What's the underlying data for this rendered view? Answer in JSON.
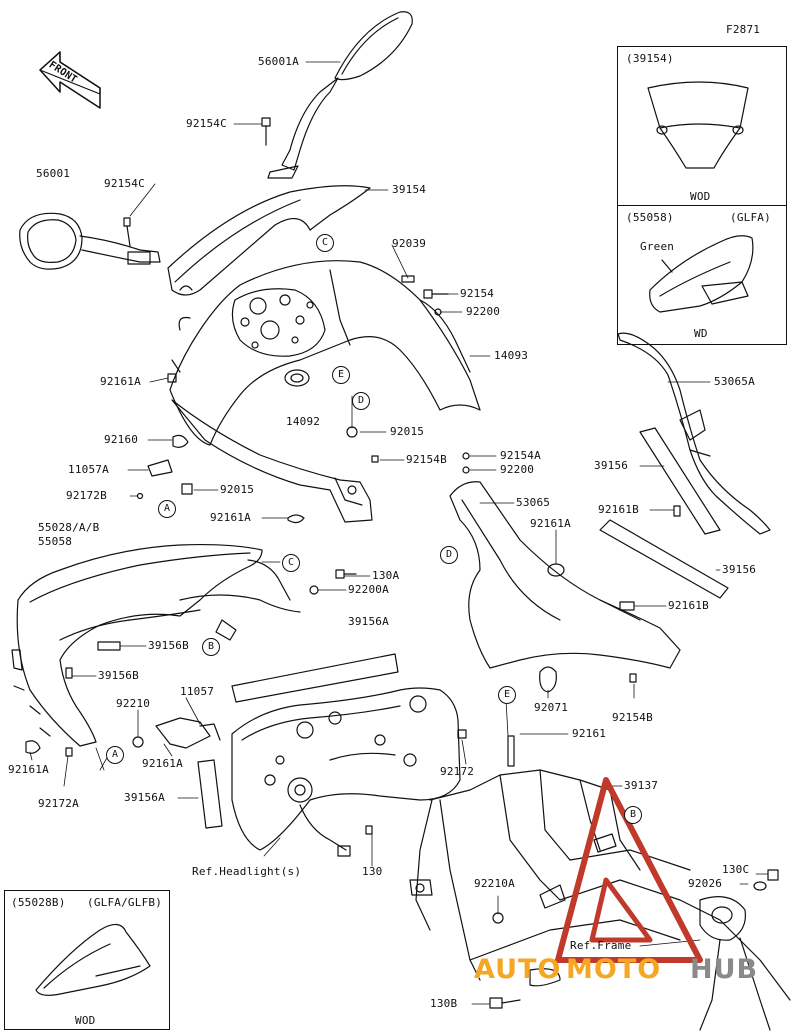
{
  "figure_code": "F2871",
  "front_label": "FRONT",
  "labels": {
    "l56001A": "56001A",
    "l92154C_top": "92154C",
    "l56001": "56001",
    "l92154C_left": "92154C",
    "l39154": "39154",
    "l92039": "92039",
    "l92154": "92154",
    "l92200": "92200",
    "l14093": "14093",
    "l92161A_1": "92161A",
    "l14092": "14092",
    "l92015_1": "92015",
    "l92160": "92160",
    "l92154B_1": "92154B",
    "l11057A": "11057A",
    "l92172B": "92172B",
    "l92015_2": "92015",
    "l92161A_2": "92161A",
    "l92154A": "92154A",
    "l92200_2": "92200",
    "l53065": "53065",
    "l92161A_3": "92161A",
    "l53065A": "53065A",
    "l39156_1": "39156",
    "l92161B_1": "92161B",
    "l39156_2": "39156",
    "l92161B_2": "92161B",
    "l55028": "55028/A/B",
    "l55058": "55058",
    "l130A": "130A",
    "l92200A": "92200A",
    "l39156B_1": "39156B",
    "l39156A_1": "39156A",
    "l39156B_2": "39156B",
    "l92210": "92210",
    "l11057": "11057",
    "l92161A_4": "92161A",
    "l92161A_5": "92161A",
    "l92172A": "92172A",
    "l39156A_2": "39156A",
    "l92071": "92071",
    "l92154B_2": "92154B",
    "l92161": "92161",
    "l92172": "92172",
    "l39137": "39137",
    "l130": "130",
    "l130C": "130C",
    "l92026": "92026",
    "l92210A": "92210A",
    "l130B": "130B",
    "ref_headlight": "Ref.Headlight(s)",
    "ref_frame": "Ref.Frame"
  },
  "callouts": {
    "c1": "C",
    "c2": "E",
    "c3": "D",
    "c4": "A",
    "c5": "D",
    "c6": "C",
    "c7": "B",
    "c8": "A",
    "c9": "E",
    "c10": "B"
  },
  "insets": {
    "top": {
      "code": "(39154)",
      "footer": "WOD"
    },
    "middle": {
      "code": "(55058)",
      "variant": "(GLFA)",
      "color": "Green",
      "footer": "WD"
    },
    "bottom": {
      "code": "(55028B)",
      "variant": "(GLFA/GLFB)",
      "footer": "WOD"
    }
  },
  "watermark": {
    "part1": "AUTO",
    "part2": "MOTO",
    "part3": "HUB"
  },
  "colors": {
    "line": "#111111",
    "watermark_red": "#c0392b",
    "watermark_orange": "#f5a623",
    "watermark_gray": "#8a8a8a"
  }
}
